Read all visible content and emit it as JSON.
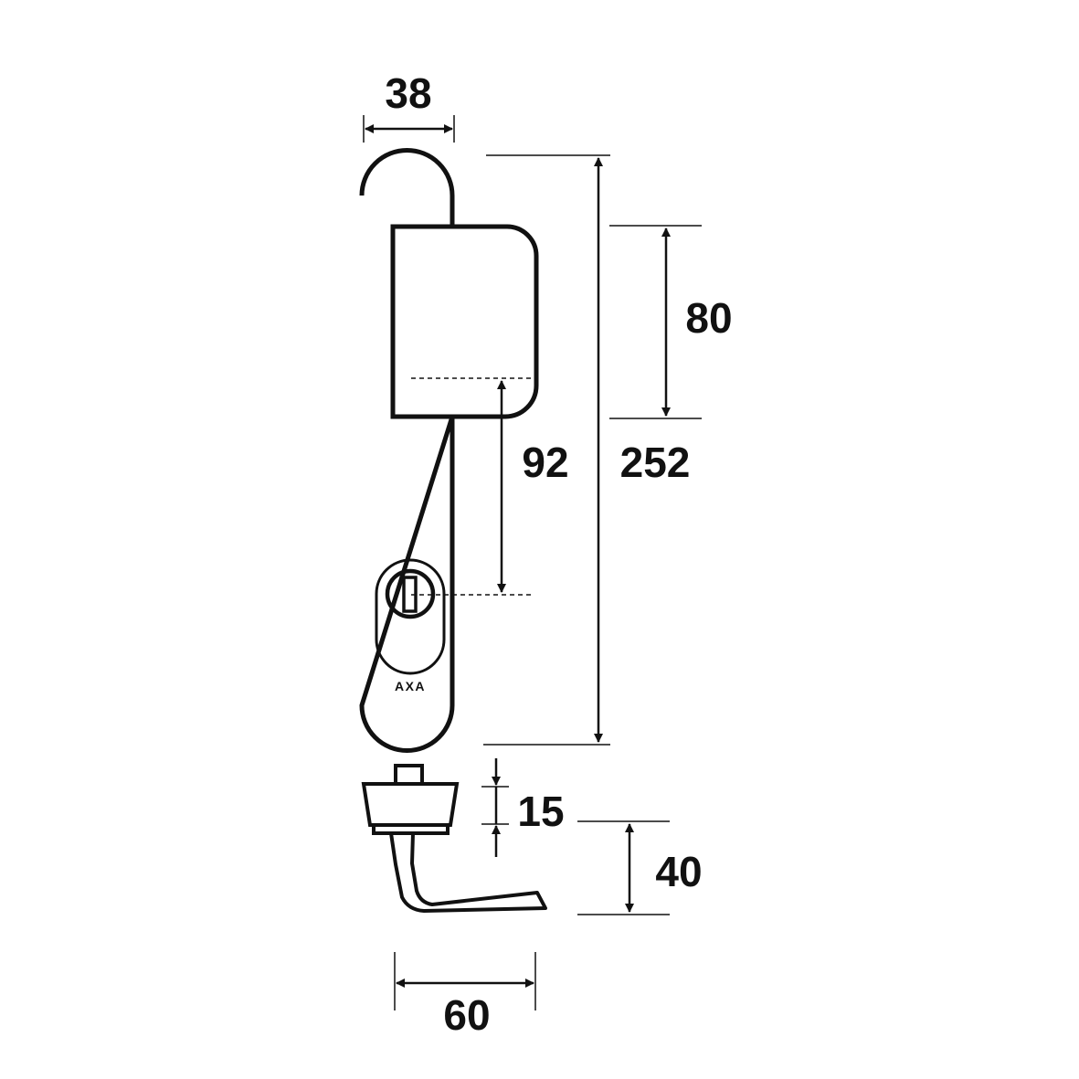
{
  "colors": {
    "line": "#111111",
    "background": "#ffffff"
  },
  "dimensions": {
    "plate_width": "38",
    "plate_height": "252",
    "handle_base_height": "80",
    "center_distance": "92",
    "rose_height": "15",
    "handle_drop": "40",
    "handle_length": "60"
  },
  "brand": "AXA"
}
